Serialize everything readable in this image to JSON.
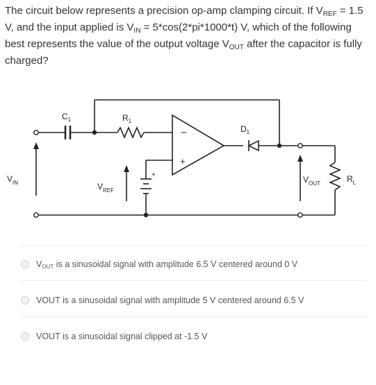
{
  "question": {
    "part1": "The circuit below represents a precision op-amp clamping circuit. If V",
    "ref_sub": "REF",
    "part2": " = 1.5 V, and the input applied is V",
    "in_sub": "IN",
    "part3": " = 5*cos(2*pi*1000*t) V, which of the following best represents the value of the output voltage V",
    "out_sub": "OUT",
    "part4": " after the capacitor is fully charged?"
  },
  "circuit": {
    "c1_letter": "C",
    "c1_sub": "1",
    "r1_letter": "R",
    "r1_sub": "1",
    "d1_letter": "D",
    "d1_sub": "1",
    "vin_letter": "V",
    "vin_sub": "IN",
    "vref_letter": "V",
    "vref_sub": "REF",
    "vout_letter": "V",
    "vout_sub": "OUT",
    "rl_letter": "R",
    "rl_sub": "L",
    "minus": "−",
    "plus": "+",
    "bat_plus": "+"
  },
  "options": [
    {
      "prefix": "V",
      "sub": "OUT",
      "text": " is a sinusoidal signal with amplitude 6.5 V centered around 0 V"
    },
    {
      "prefix": "VOUT",
      "sub": "",
      "text": " is a sinusoidal signal with amplitude 5 V centered around 6.5 V"
    },
    {
      "prefix": "VOUT",
      "sub": "",
      "text": " is a sinusoidal signal clipped at -1.5 V"
    }
  ]
}
